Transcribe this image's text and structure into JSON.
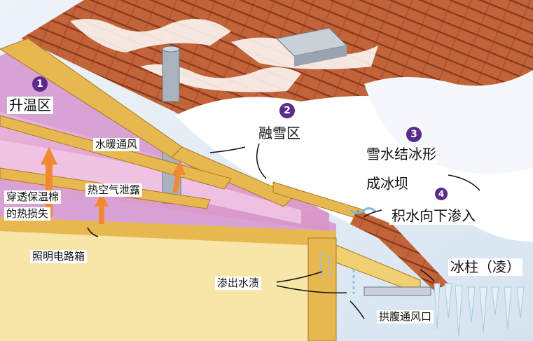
{
  "zones": [
    {
      "number": "1",
      "label": "升温区"
    },
    {
      "number": "2",
      "label": "融雪区"
    },
    {
      "number": "3",
      "label": "雪水结冰形",
      "label2": "成冰坝"
    },
    {
      "number": "4",
      "label": "积水向下渗入"
    }
  ],
  "callouts": {
    "water_heating_vent": "水暖通风",
    "insulation_loss_1": "穿透保温棉",
    "insulation_loss_2": "的热损失",
    "hot_air_leak": "热空气泄露",
    "lighting_box": "照明电路箱",
    "icicles": "冰柱（凌）",
    "water_stain": "渗出水渍",
    "soffit_vent": "拱腹通风口"
  },
  "colors": {
    "roof_tiles": "#b4532c",
    "snow": "#ffffff",
    "insulation": "#e6a8d4",
    "beam": "#e8b850",
    "sky": "#dde8f2",
    "number_badge": "#5b2a8a"
  }
}
